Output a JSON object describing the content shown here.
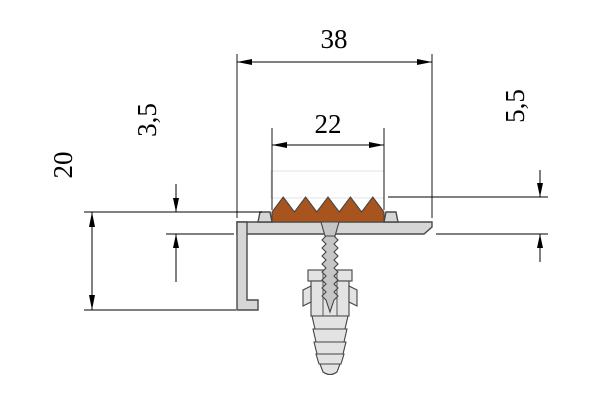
{
  "drawing": {
    "labels": {
      "width_top": "38",
      "width_insert": "22",
      "height_insert": "3,5",
      "height_total": "5,5",
      "height_leg": "20"
    },
    "colors": {
      "profile": "#d6d6d6",
      "insert": "#a8541e",
      "anchor": "#e3e3e3",
      "screw": "#c6c6c6",
      "dimension": "#000000"
    }
  }
}
